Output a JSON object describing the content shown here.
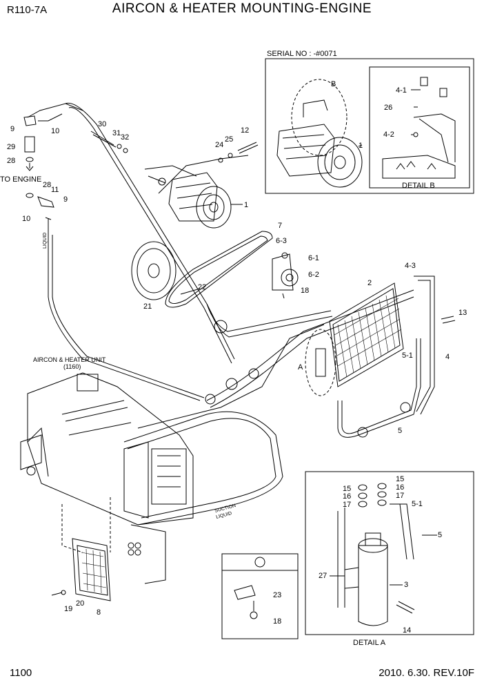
{
  "header": {
    "model": "R110-7A",
    "title": "AIRCON & HEATER MOUNTING-ENGINE"
  },
  "footer": {
    "page": "1100",
    "revision": "2010. 6.30.  REV.10F"
  },
  "callouts": {
    "serial_no": "SERIAL NO : -#0071",
    "detail_b": "DETAIL B",
    "detail_a": "DETAIL A",
    "to_engine": "TO ENGINE",
    "aircon_unit_line1": "AIRCON & HEATER UNIT",
    "aircon_unit_line2": "(1160)",
    "marker_a": "A",
    "marker_b": "B",
    "hose_suction": "SUCTION",
    "hose_liquid": "LIQUID"
  },
  "parts": {
    "p1a": "1",
    "p1b": "1",
    "p2": "2",
    "p3": "3",
    "p4": "4",
    "p4_1": "4-1",
    "p4_2": "4-2",
    "p4_3": "4-3",
    "p5a": "5",
    "p5b": "5",
    "p5_1a": "5-1",
    "p5_1b": "5-1",
    "p6_1": "6-1",
    "p6_2": "6-2",
    "p6_3": "6-3",
    "p7": "7",
    "p8": "8",
    "p9a": "9",
    "p9b": "9",
    "p10a": "10",
    "p10b": "10",
    "p11": "11",
    "p12": "12",
    "p13": "13",
    "p14": "14",
    "p15a": "15",
    "p15b": "15",
    "p16a": "16",
    "p16b": "16",
    "p17a": "17",
    "p17b": "17",
    "p18a": "18",
    "p18b": "18",
    "p19": "19",
    "p20": "20",
    "p21": "21",
    "p22": "22",
    "p23": "23",
    "p24": "24",
    "p25": "25",
    "p26": "26",
    "p27": "27",
    "p28a": "28",
    "p28b": "28",
    "p29": "29",
    "p30": "30",
    "p31": "31",
    "p32": "32"
  }
}
